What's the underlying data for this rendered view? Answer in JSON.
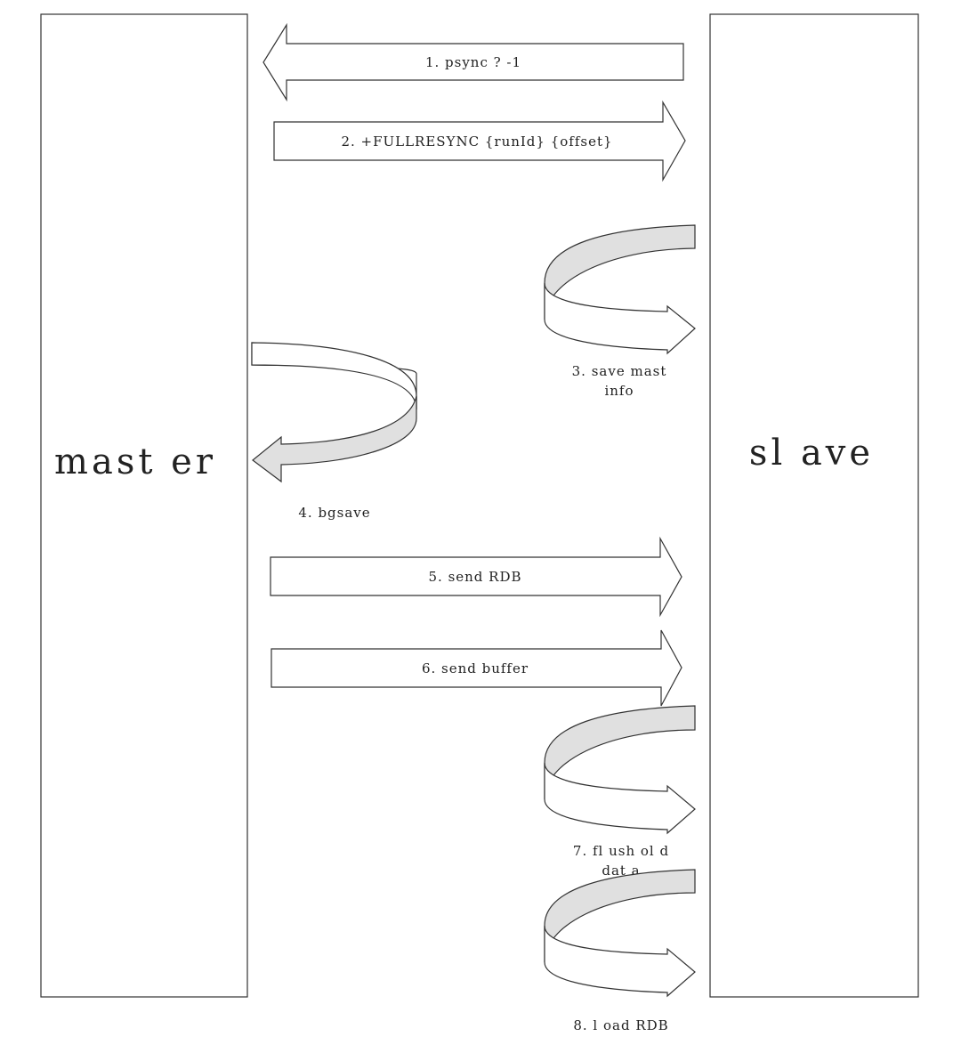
{
  "nodes": {
    "master": "mast er",
    "slave": "sl ave"
  },
  "steps": {
    "s1": "1. psync ? -1",
    "s2": "2. +FULLRESYNC {runId} {offset}",
    "s3_line1": "3. save mast",
    "s3_line2": "info",
    "s4": "4. bgsave",
    "s5": "5. send RDB",
    "s6": "6. send buffer",
    "s7_line1": "7. fl ush ol d",
    "s7_line2": "dat a",
    "s8": "8. l oad RDB"
  },
  "colors": {
    "stroke": "#333333",
    "shade": "#e0e0e0",
    "background": "#ffffff"
  }
}
